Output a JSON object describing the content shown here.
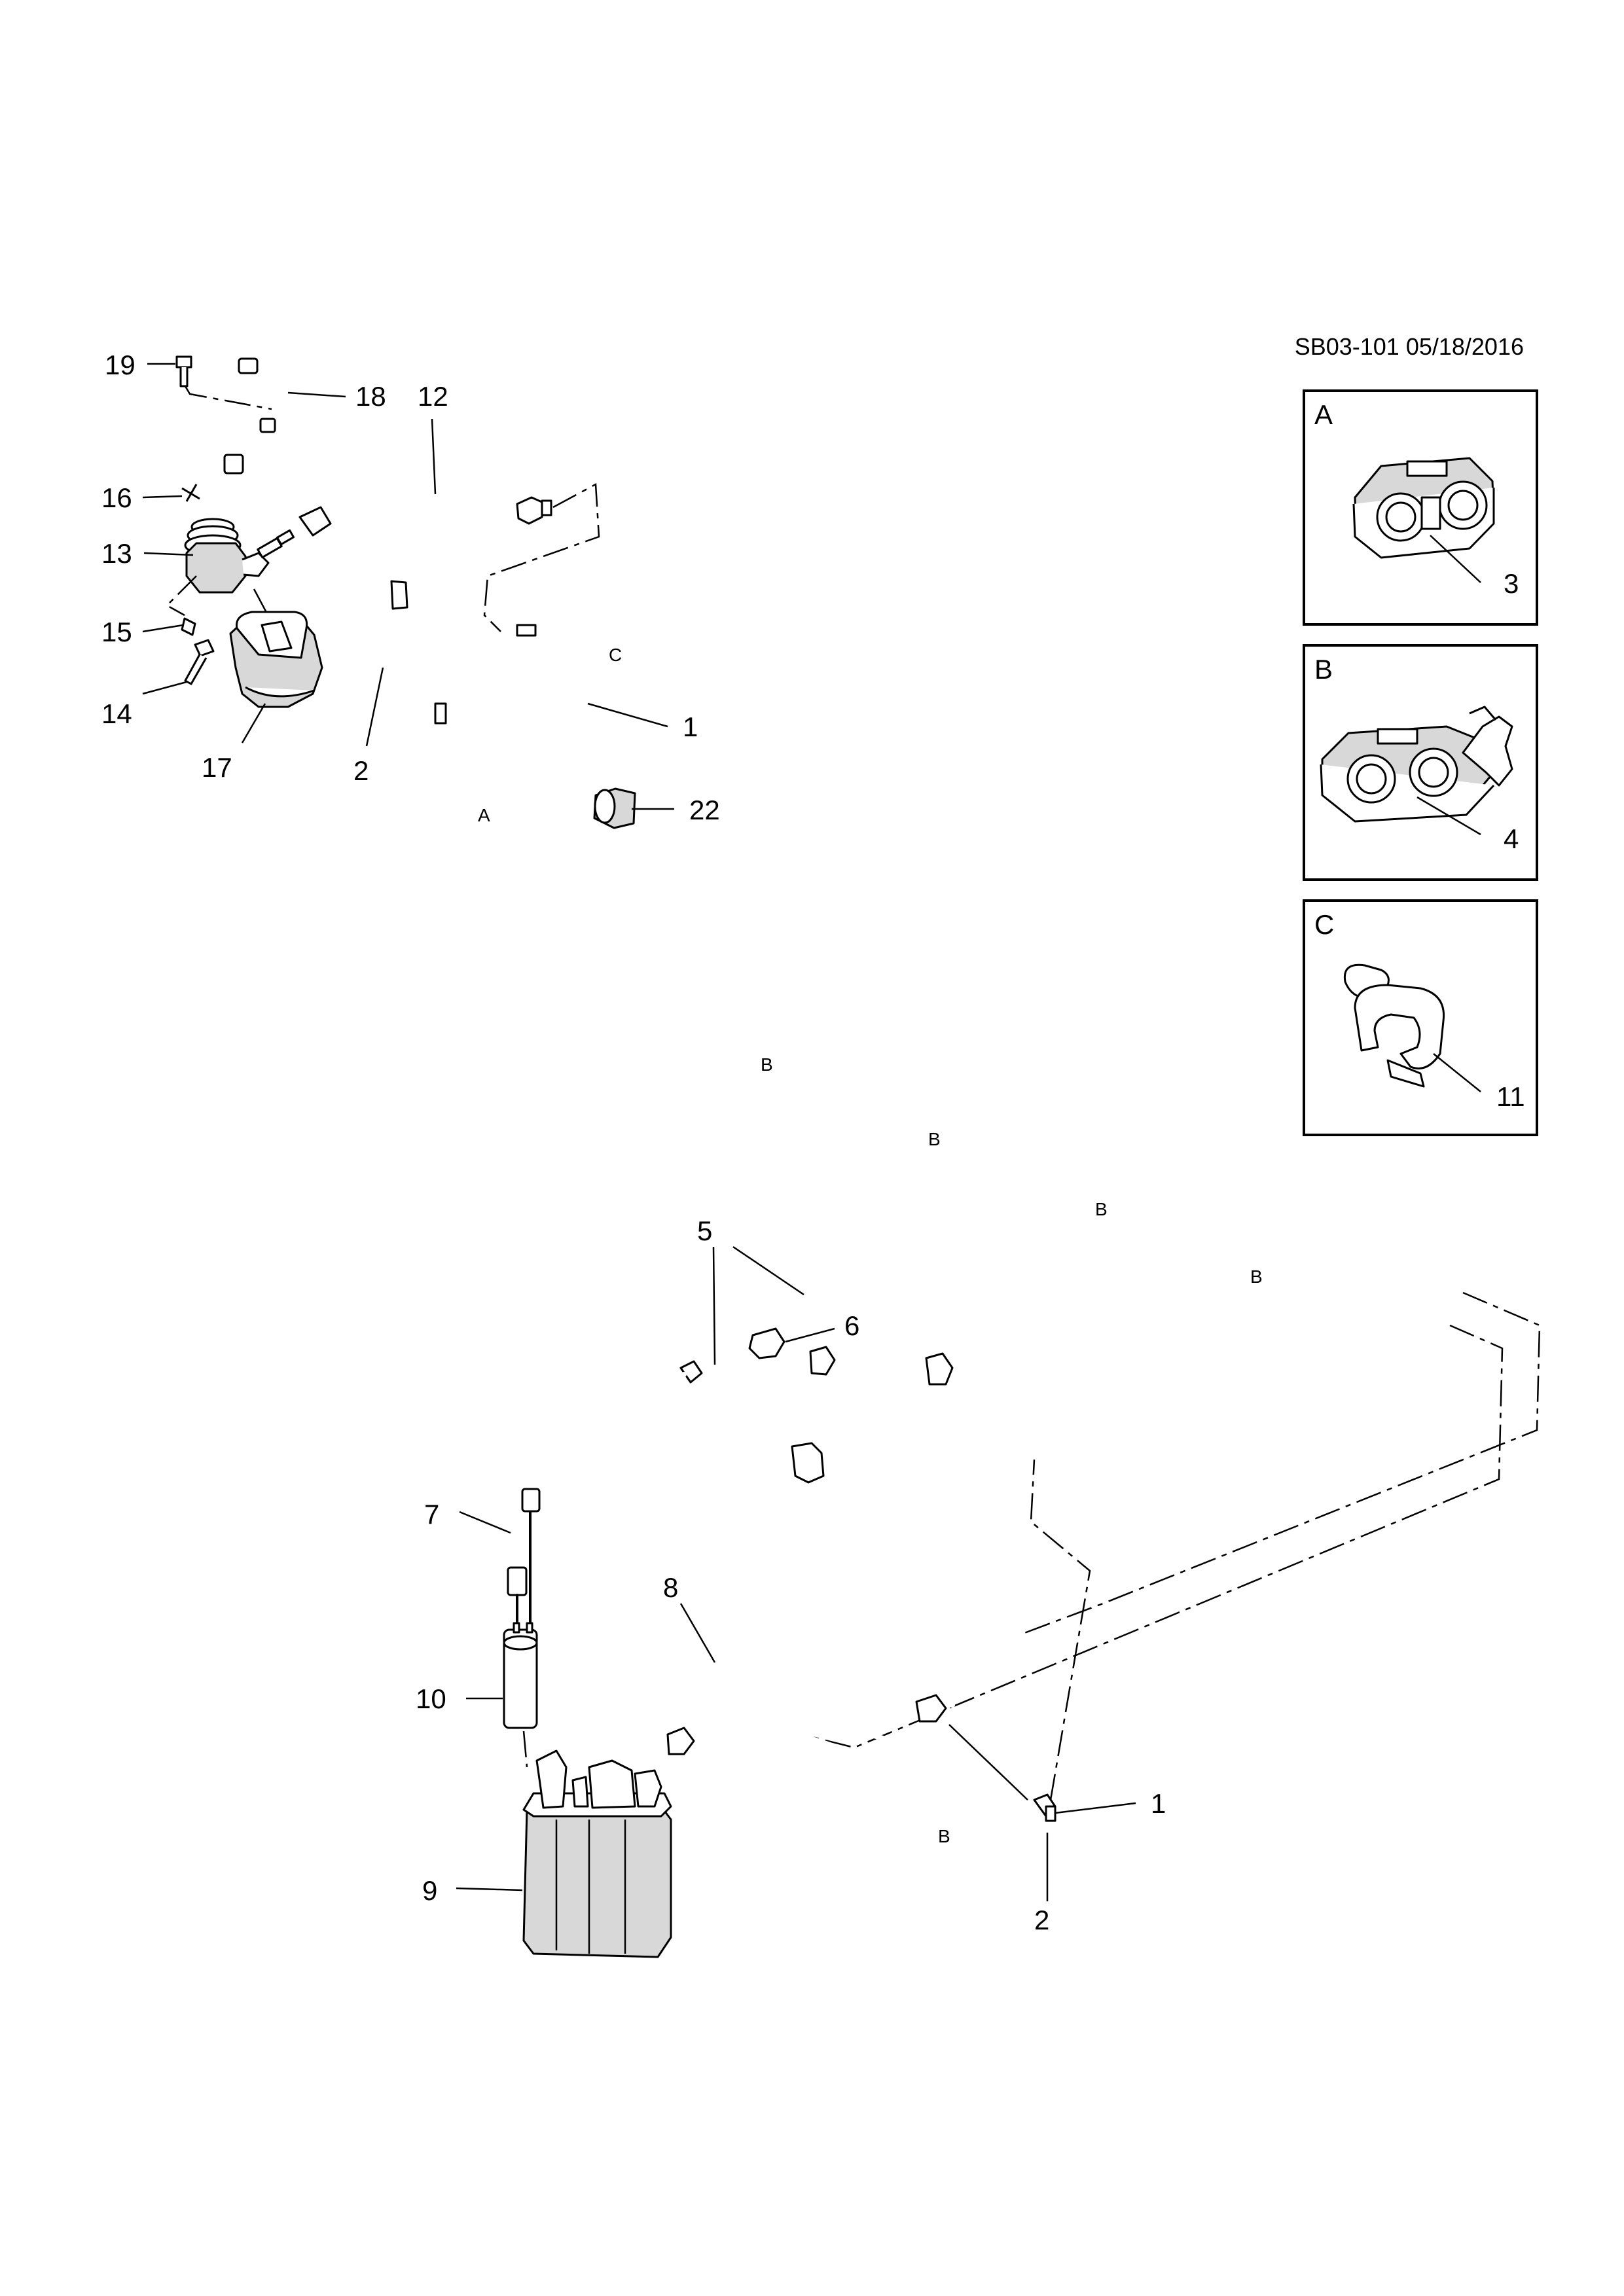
{
  "reference": "SB03-101 05/18/2016",
  "insets": [
    {
      "letter": "A",
      "part": "3"
    },
    {
      "letter": "B",
      "part": "4"
    },
    {
      "letter": "C",
      "part": "11"
    }
  ],
  "callouts": {
    "c19": "19",
    "c18": "18",
    "c12": "12",
    "c16": "16",
    "c13": "13",
    "c15": "15",
    "c14": "14",
    "c17": "17",
    "c2_top": "2",
    "c1_top": "1",
    "c22": "22",
    "c5": "5",
    "c6": "6",
    "c7": "7",
    "c8": "8",
    "c10": "10",
    "c9": "9",
    "c1_bottom": "1",
    "c2_bottom": "2"
  },
  "route_letters": {
    "a": "A",
    "c": "C",
    "b1": "B",
    "b2": "B",
    "b3": "B",
    "b4": "B",
    "b5": "B"
  }
}
